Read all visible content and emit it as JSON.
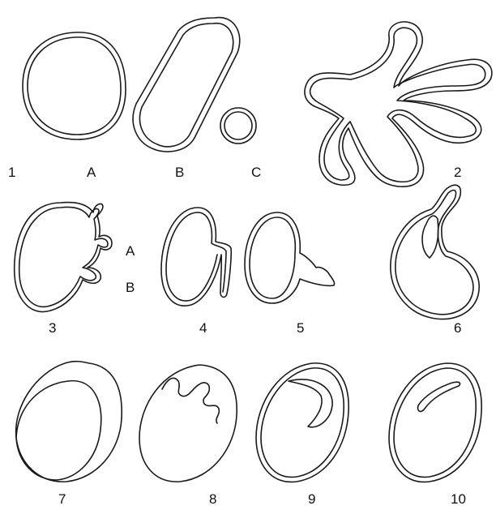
{
  "figures": [
    {
      "id": "1",
      "label": "1"
    },
    {
      "id": "1A",
      "label": "A"
    },
    {
      "id": "1B",
      "label": "B"
    },
    {
      "id": "1C",
      "label": "C"
    },
    {
      "id": "2",
      "label": "2"
    },
    {
      "id": "3",
      "label": "3"
    },
    {
      "id": "3A",
      "label": "A"
    },
    {
      "id": "3B",
      "label": "B"
    },
    {
      "id": "4",
      "label": "4"
    },
    {
      "id": "5",
      "label": "5"
    },
    {
      "id": "6",
      "label": "6"
    },
    {
      "id": "7",
      "label": "7"
    },
    {
      "id": "8",
      "label": "8"
    },
    {
      "id": "9",
      "label": "9"
    },
    {
      "id": "10",
      "label": "10"
    }
  ]
}
